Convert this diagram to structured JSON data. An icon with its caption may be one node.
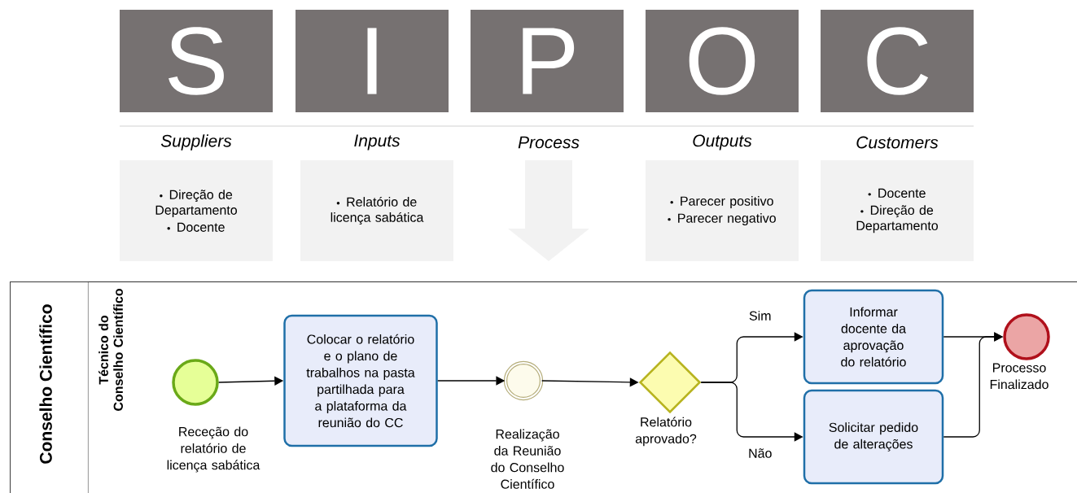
{
  "diagram": {
    "nodes": [
      {
        "text": [
          "S"
        ]
      },
      {
        "text": [
          "I"
        ]
      },
      {
        "text": [
          "P"
        ]
      },
      {
        "text": [
          "O"
        ]
      },
      {
        "text": [
          "C"
        ]
      },
      {
        "text": [
          "Suppliers",
          "Direção de Departamento",
          "Docente"
        ]
      },
      {
        "text": [
          "Inputs",
          "Relatório de licença sabática"
        ]
      },
      {
        "text": [
          "Process"
        ]
      },
      {
        "text": [
          "Outputs",
          "Parecer positivo",
          "Parecer negativo"
        ]
      },
      {
        "text": [
          "Customers",
          "Docente",
          "Direção de Departamento"
        ]
      },
      {
        "text": [
          "Conselho Científico"
        ]
      },
      {
        "text": [
          "Técnico do Conselho Científico"
        ],
        "in": 10
      },
      {
        "text": [],
        "shape": "circle",
        "beside": [
          "Receção do relatório de licença sabática"
        ],
        "in": 11
      },
      {
        "text": [
          "Colocar o relatório e o plano de trabalhos na pasta partilhada para a plataforma da reunião do CC"
        ],
        "in": 11
      },
      {
        "text": [],
        "shape": "circle",
        "beside": [
          "Realização da Reunião do Conselho Científico"
        ],
        "in": 11
      },
      {
        "text": [],
        "shape": "diamond",
        "beside": [
          "Relatório aprovado?"
        ],
        "in": 11
      },
      {
        "text": [
          "Informar docente da aprovação do relatório"
        ],
        "in": 11
      },
      {
        "text": [
          "Solicitar pedido de alterações"
        ],
        "in": 11
      },
      {
        "text": [],
        "shape": "circle",
        "beside": [
          "Processo Finalizado"
        ],
        "in": 11
      }
    ],
    "edges": [
      {
        "from": 12,
        "to": 13,
        "arrow": "to"
      },
      {
        "from": 13,
        "to": 14,
        "arrow": "to"
      },
      {
        "from": 14,
        "to": 15,
        "arrow": "to"
      },
      {
        "from": 15,
        "to": 16,
        "arrow": "to",
        "label": "Sim"
      },
      {
        "from": 15,
        "to": 17,
        "arrow": "to",
        "label": "Não"
      },
      {
        "from": 16,
        "to": 18,
        "arrow": "to"
      },
      {
        "from": 17,
        "to": 18,
        "arrow": "to"
      }
    ]
  }
}
